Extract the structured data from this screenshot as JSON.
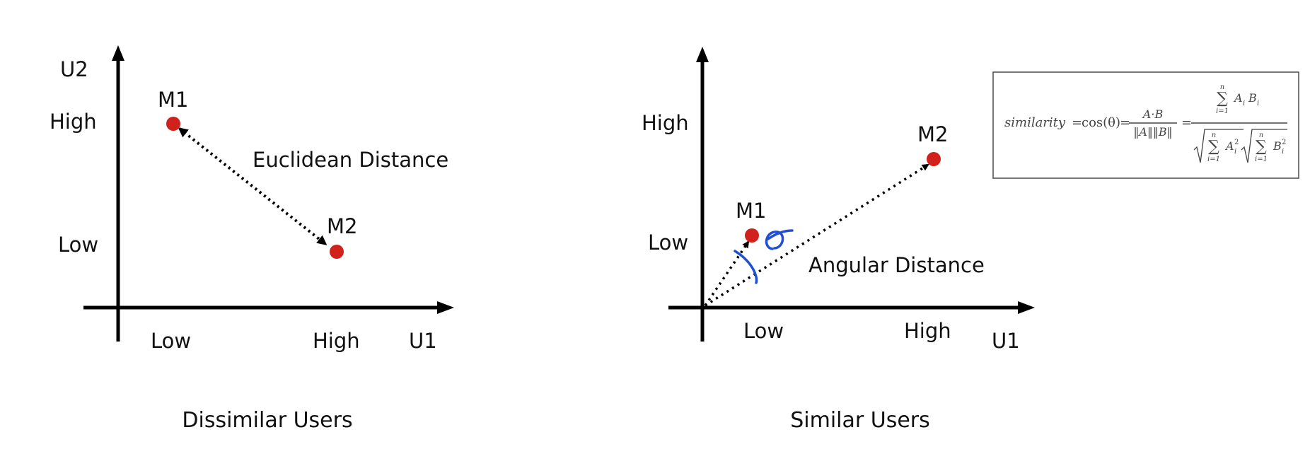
{
  "left_panel": {
    "y_axis_label": "U2",
    "x_axis_label": "U1",
    "y_ticks": [
      "High",
      "Low"
    ],
    "x_ticks": [
      "Low",
      "High"
    ],
    "points": [
      "M1",
      "M2"
    ],
    "connector_label": "Euclidean Distance",
    "caption": "Dissimilar Users"
  },
  "right_panel": {
    "x_axis_label": "U1",
    "y_ticks": [
      "High",
      "Low"
    ],
    "x_ticks": [
      "Low",
      "High"
    ],
    "points": [
      "M1",
      "M2"
    ],
    "connector_label": "Angular Distance",
    "caption": "Similar Users"
  },
  "formula": {
    "lhs": "similarity",
    "cos": "cos(θ)",
    "num1": "A·B",
    "den1": "‖A‖‖B‖",
    "sum_upper": "n",
    "sum_lower": "i=1",
    "sigma": "∑",
    "term_num": "A",
    "term_num2": "B",
    "sub_i": "i",
    "sup_2": "2",
    "eq": "="
  },
  "colors": {
    "point": "#d0211c",
    "handwriting": "#1f4fd6",
    "axis": "#000000"
  }
}
